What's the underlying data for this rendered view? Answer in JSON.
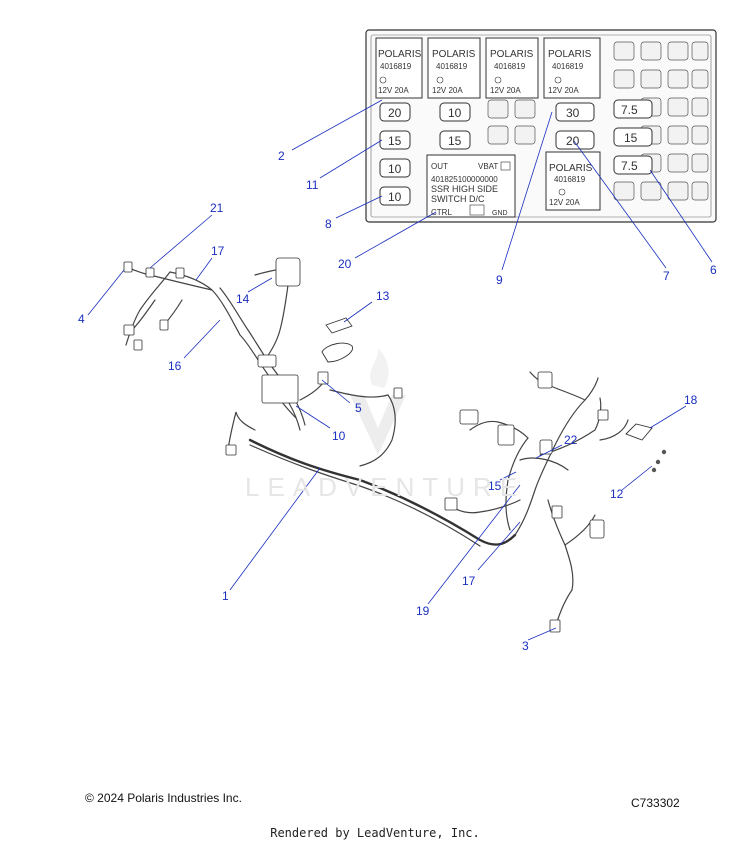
{
  "fuse_box": {
    "relays": [
      {
        "brand": "POLARIS",
        "part_no": "4016819",
        "rating": "12V  20A"
      },
      {
        "brand": "POLARIS",
        "part_no": "4016819",
        "rating": "12V  20A"
      },
      {
        "brand": "POLARIS",
        "part_no": "4016819",
        "rating": "12V  20A"
      },
      {
        "brand": "POLARIS",
        "part_no": "4016819",
        "rating": "12V  20A"
      },
      {
        "brand": "POLARIS",
        "part_no": "4016819",
        "rating": "12V  20A"
      }
    ],
    "fuses": [
      "20",
      "15",
      "10",
      "10",
      "10",
      "15",
      "30",
      "20",
      "7.5",
      "15",
      "7.5"
    ],
    "ssr": {
      "out": "OUT",
      "vbat": "VBAT",
      "part_no": "401825100000000",
      "line1": "SSR  HIGH  SIDE",
      "line2": "SWITCH       D/C",
      "ctrl": "CTRL",
      "gnd": "GND"
    }
  },
  "callouts": [
    "1",
    "2",
    "3",
    "4",
    "5",
    "6",
    "7",
    "8",
    "9",
    "10",
    "11",
    "12",
    "13",
    "14",
    "15",
    "16",
    "17",
    "17",
    "18",
    "19",
    "20",
    "21",
    "22"
  ],
  "watermark": "LEADVENTURE",
  "footer": {
    "copyright": "© 2024 Polaris Industries Inc.",
    "drawing_id": "C733302",
    "rendered_by": "Rendered by LeadVenture, Inc."
  }
}
